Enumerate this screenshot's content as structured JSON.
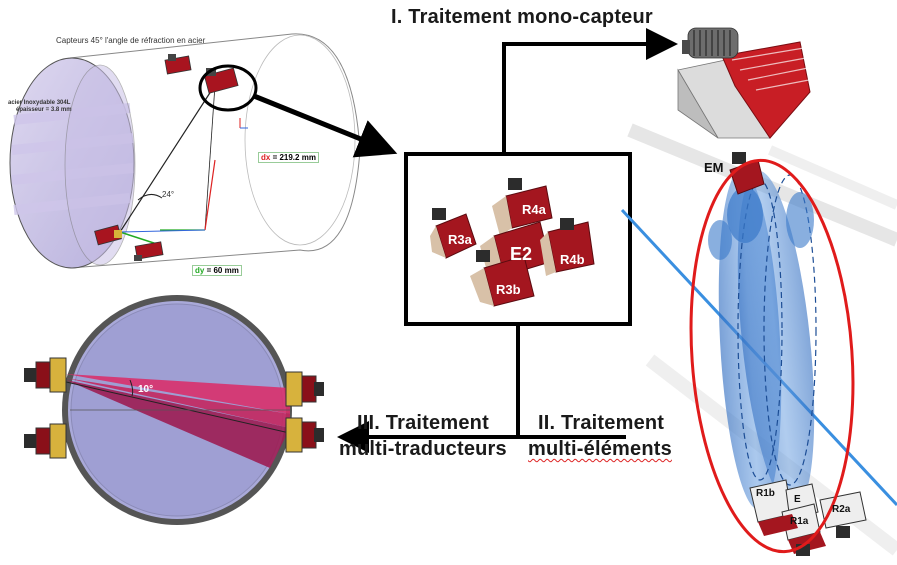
{
  "stages": {
    "mono": "I. Traitement mono-capteur",
    "multi_elements_line1": "II. Traitement",
    "multi_elements_line2": "multi-éléments",
    "multi_traducteurs_line1": "III. Traitement",
    "multi_traducteurs_line2": "multi-traducteurs"
  },
  "pipe": {
    "caption": "Capteurs 45° l'angle de réfraction en acier",
    "material_line1": "acier Inoxydable 304L",
    "material_line2": "épaisseur = 3.8 mm",
    "angle": "24°",
    "dx_label": "dx",
    "dx_value": " = 219.2 mm",
    "dy_label": "dy",
    "dy_value": " = 60 mm"
  },
  "center_array": {
    "E2": "E2",
    "R3a": "R3a",
    "R4a": "R4a",
    "R4b": "R4b",
    "R3b": "R3b"
  },
  "cross_section": {
    "angle": "10°"
  },
  "beam_field": {
    "EM": "EM",
    "R1b": "R1b",
    "E": "E",
    "R1a": "R1a",
    "R2a": "R2a"
  },
  "colors": {
    "sensor_red": "#b1202a",
    "beam_blue": "#3a79c9",
    "ellipse_red": "#e01b1b",
    "crosssection_fill": "#a9a9d9",
    "beam_magenta": "#c3275f"
  }
}
